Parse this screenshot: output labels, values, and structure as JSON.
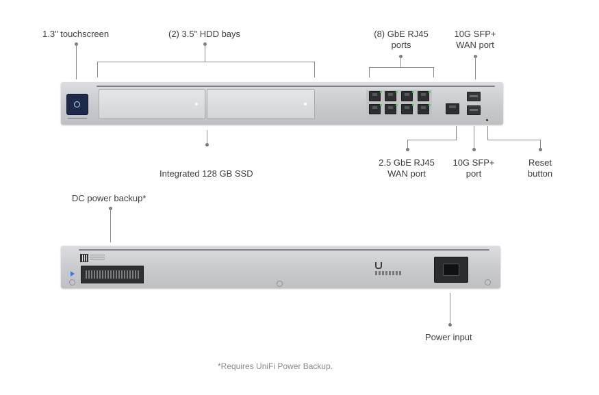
{
  "callouts": {
    "touchscreen": "1.3\" touchscreen",
    "hdd_bays": "(2) 3.5\" HDD bays",
    "gbe_ports_l1": "(8) GbE RJ45",
    "gbe_ports_l2": "ports",
    "sfp_wan_l1": "10G SFP+",
    "sfp_wan_l2": "WAN port",
    "ssd": "Integrated 128 GB SSD",
    "rj45_wan_l1": "2.5 GbE RJ45",
    "rj45_wan_l2": "WAN port",
    "sfp_port_l1": "10G SFP+",
    "sfp_port_l2": "port",
    "reset_l1": "Reset",
    "reset_l2": "button",
    "dc_backup": "DC power backup*",
    "power_input": "Power input"
  },
  "footnote": "*Requires UniFi Power Backup.",
  "colors": {
    "chassis": "#c9cacd",
    "port_led": "#49d45a",
    "screen_accent": "#2f6bff",
    "dc_arrow": "#2f7de1"
  },
  "icons": {
    "logo": "ubiquiti-u-icon",
    "arrow": "right-triangle-icon"
  }
}
